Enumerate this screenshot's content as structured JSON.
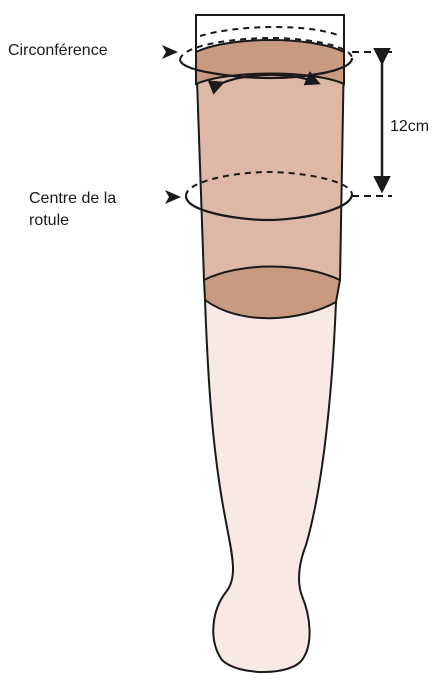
{
  "labels": {
    "circumference": "Circonférence",
    "kneecap_line1": "Centre de la",
    "kneecap_line2": "rotule",
    "distance": "12cm"
  },
  "colors": {
    "skin_light": "#f9e9e6",
    "sleeve": "#ddb8a6",
    "band": "#c99a82",
    "outline": "#1a1a1a",
    "background": "#ffffff"
  },
  "icons": {
    "pointer": "right-pointing-arrowhead",
    "measure": "double-headed-arrow"
  }
}
